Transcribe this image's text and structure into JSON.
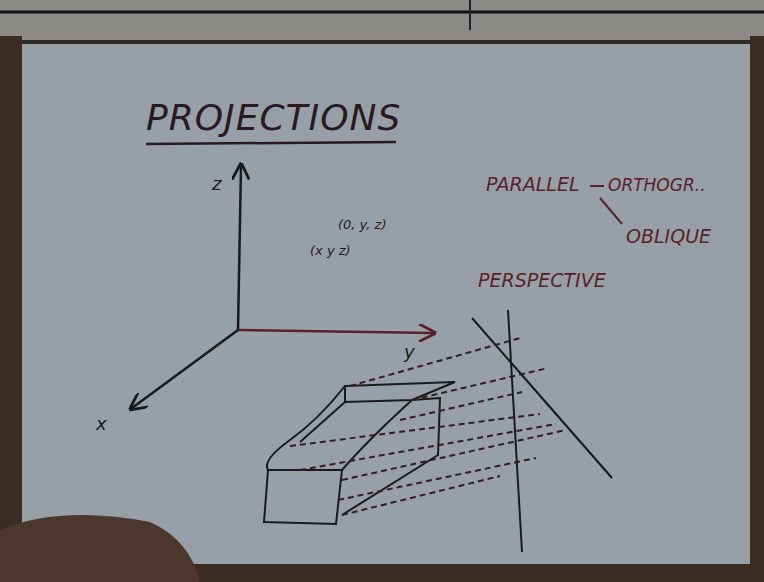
{
  "diagram": {
    "title": "PROJECTIONS",
    "labels": [
      "z",
      "y",
      "x",
      "(0, y, z)",
      "(x y z)",
      "PARALLEL",
      "ORTHOGR..",
      "OBLIQUE",
      "PERSPECTIVE"
    ]
  }
}
